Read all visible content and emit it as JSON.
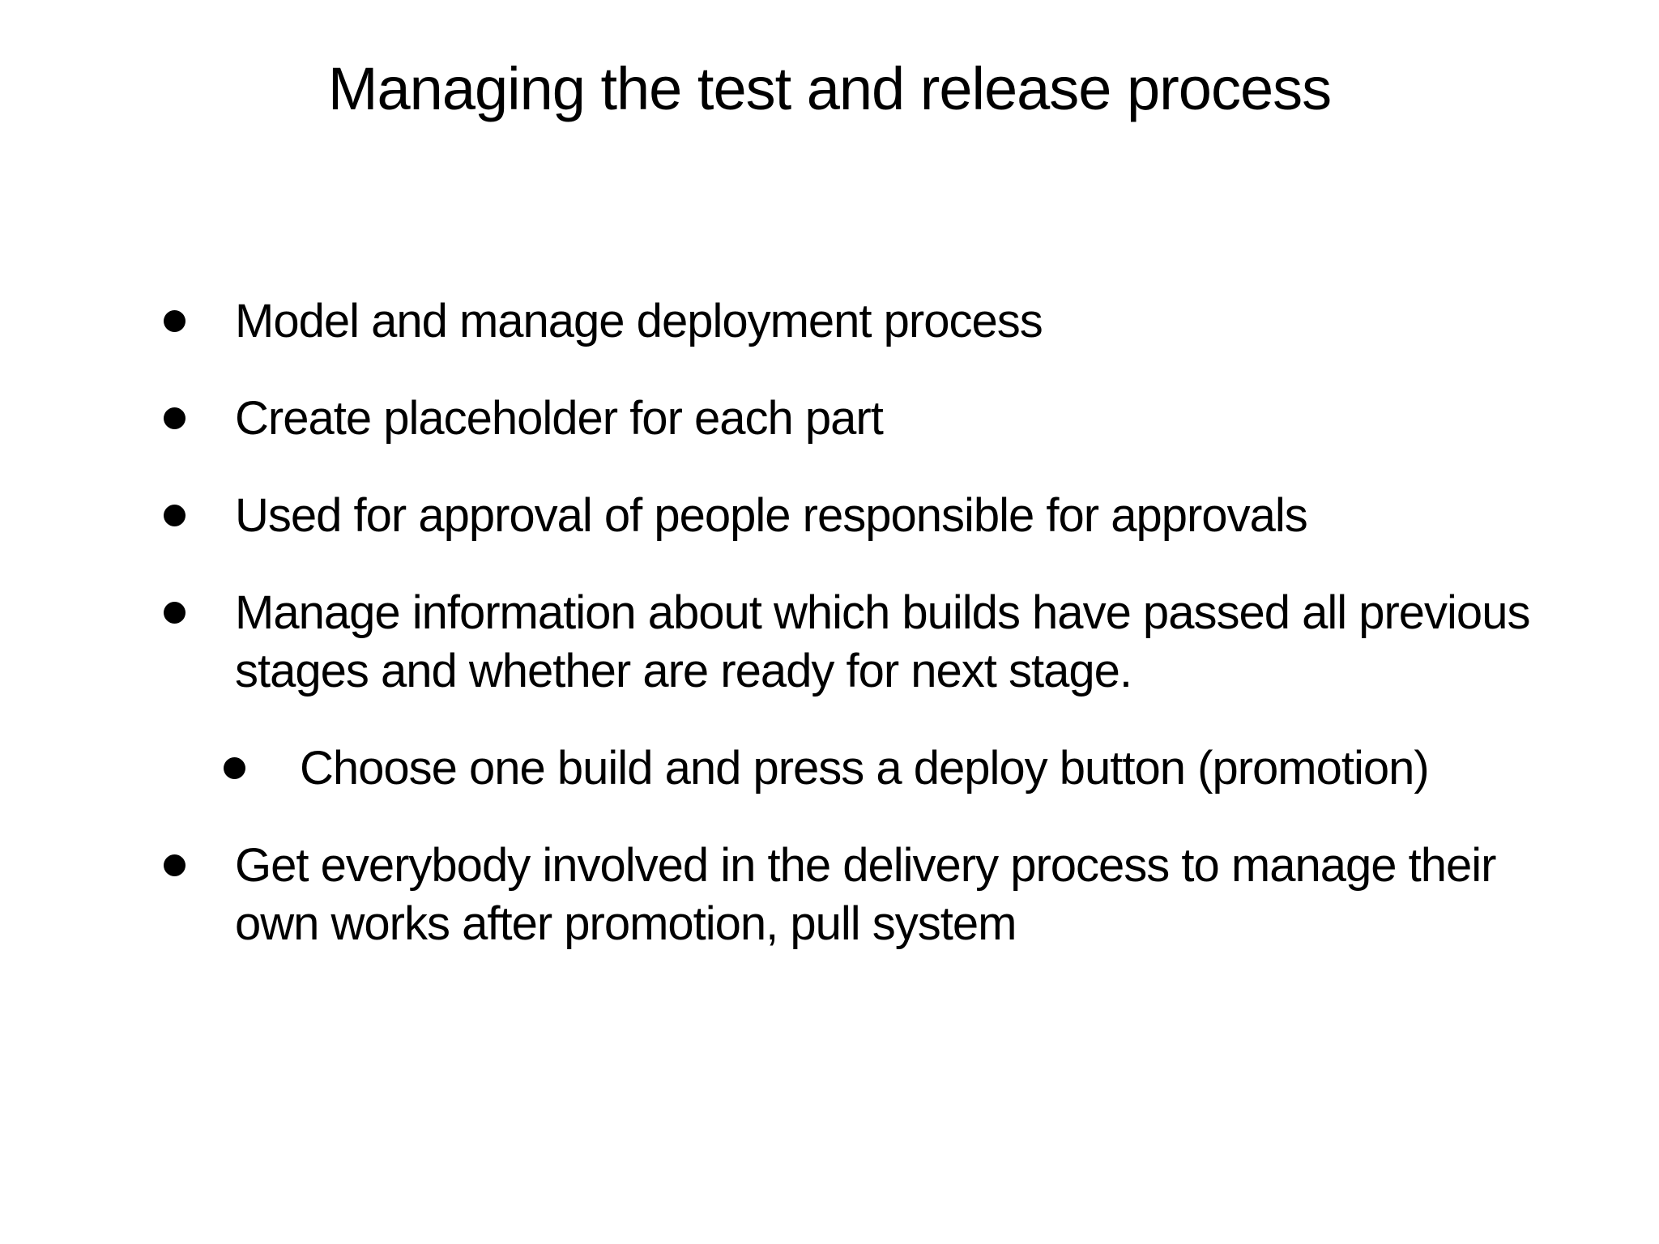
{
  "slide": {
    "title": "Managing the test and release process",
    "bullets": [
      {
        "level": 1,
        "text": "Model and manage deployment process"
      },
      {
        "level": 1,
        "text": "Create placeholder for each part"
      },
      {
        "level": 1,
        "text": "Used for approval of people responsible for approvals"
      },
      {
        "level": 1,
        "text": "Manage information about which builds have passed all previous stages and whether are ready for next stage."
      },
      {
        "level": 2,
        "text": "Choose one build and press a deploy button (promotion)"
      },
      {
        "level": 1,
        "text": "Get everybody involved in the delivery process to manage their own works after promotion, pull system"
      }
    ],
    "colors": {
      "background": "#ffffff",
      "text": "#000000",
      "bullet": "#000000"
    }
  }
}
